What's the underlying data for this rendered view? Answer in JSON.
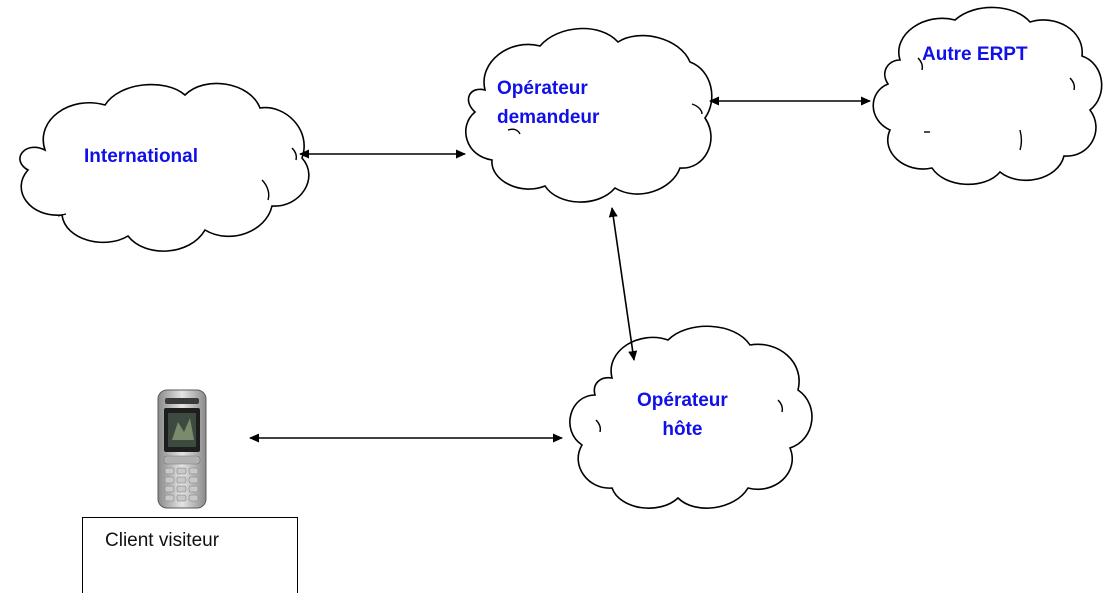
{
  "nodes": {
    "international": {
      "label": "International"
    },
    "operateur_demandeur": {
      "line1": "Opérateur",
      "line2": "demandeur"
    },
    "autre_erpt": {
      "label": "Autre ERPT"
    },
    "operateur_hote": {
      "line1": "Opérateur",
      "line2": "hôte"
    },
    "client_visiteur": {
      "label": "Client visiteur",
      "icon": "mobile-phone-icon"
    }
  },
  "edges": [
    {
      "from": "international",
      "to": "operateur_demandeur",
      "direction": "both"
    },
    {
      "from": "operateur_demandeur",
      "to": "autre_erpt",
      "direction": "both"
    },
    {
      "from": "operateur_demandeur",
      "to": "operateur_hote",
      "direction": "both"
    },
    {
      "from": "client_visiteur",
      "to": "operateur_hote",
      "direction": "both"
    }
  ],
  "colors": {
    "label_text": "#1010e8",
    "outline": "#000000",
    "background": "#ffffff"
  }
}
